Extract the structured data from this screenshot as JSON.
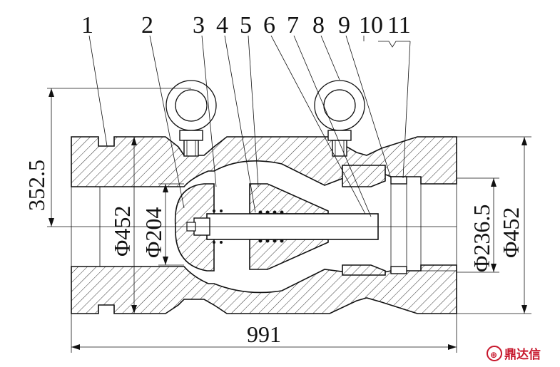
{
  "part_labels": [
    "1",
    "2",
    "3",
    "4",
    "5",
    "6",
    "7",
    "8",
    "9",
    "10",
    "11"
  ],
  "dimensions": {
    "height_left": "352.5",
    "dia_452_left": "Φ452",
    "dia_204": "Φ204",
    "dia_236_5": "Φ236.5",
    "dia_452_right": "Φ452",
    "length": "991"
  },
  "watermark": {
    "text": "鼎达信",
    "color": "#c7162b"
  }
}
